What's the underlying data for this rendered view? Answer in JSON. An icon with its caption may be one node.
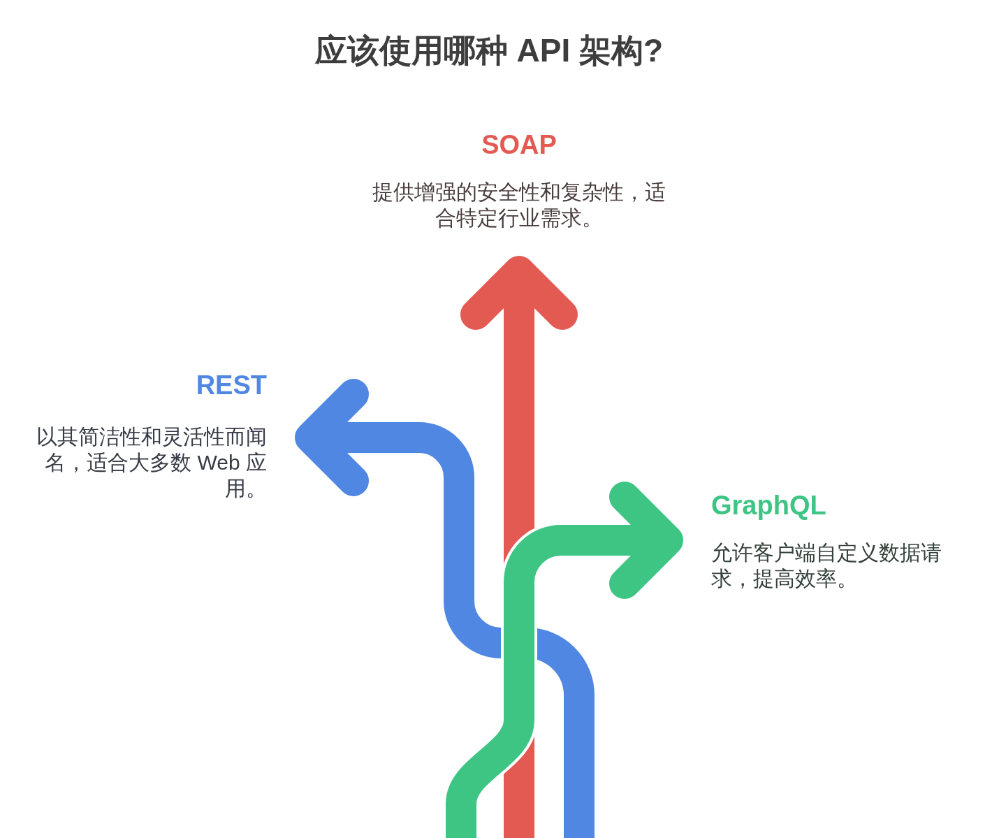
{
  "diagram": {
    "title": "应该使用哪种 API 架构?",
    "nodes": [
      {
        "text": [
          "SOAP",
          "提供增强的安全性和复杂性，适合特定行业需求。"
        ]
      },
      {
        "text": [
          "REST",
          "以其简洁性和灵活性而闻名，适合大多数 Web 应用。"
        ]
      },
      {
        "text": [
          "GraphQL",
          "允许客户端自定义数据请求，提高效率。"
        ]
      }
    ],
    "edges": [
      {
        "from": null,
        "to": 0,
        "arrow": "to",
        "color": "#e35a53"
      },
      {
        "from": null,
        "to": 1,
        "arrow": "to",
        "color": "#4f87e3"
      },
      {
        "from": null,
        "to": 2,
        "arrow": "to",
        "color": "#3ec583"
      }
    ]
  }
}
